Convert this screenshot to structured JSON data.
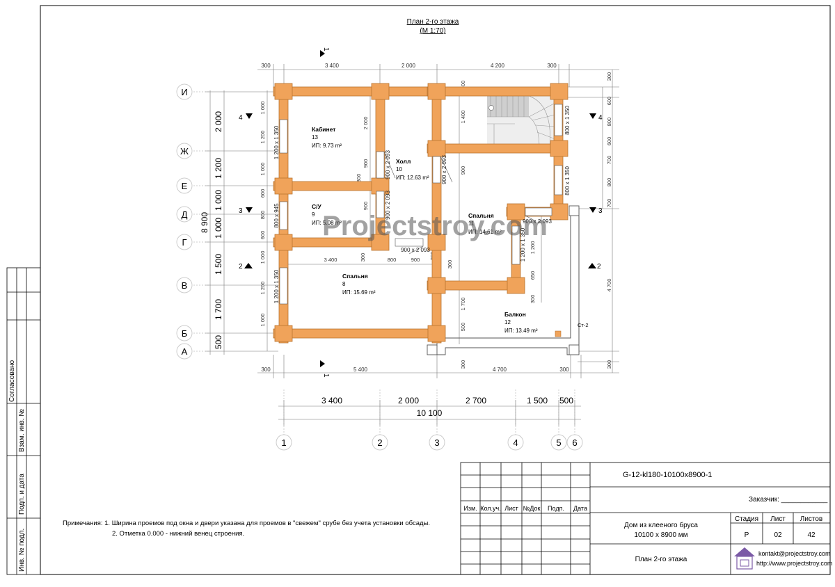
{
  "drawing": {
    "title": "План 2-го этажа",
    "scale": "(М 1:70)",
    "watermark": "Projectstroy.com",
    "top_dims": [
      "300",
      "3 400",
      "2 000",
      "4 200",
      "300"
    ],
    "bottom_dims": [
      "300",
      "5 400",
      "4 700",
      "300"
    ],
    "total_dims": [
      "3 400",
      "2 000",
      "2 700",
      "1 500",
      "500"
    ],
    "total_width": "10 100",
    "left_total": "8 900",
    "left_outer_dims": [
      "2 000",
      "1 200",
      "1 000",
      "1 000",
      "1 500",
      "1 700",
      "500"
    ],
    "row_axes": [
      "И",
      "Ж",
      "Е",
      "Д",
      "Г",
      "В",
      "Б",
      "А"
    ],
    "col_axes": [
      "1",
      "2",
      "3",
      "4",
      "5",
      "6"
    ],
    "section_marks": [
      "1",
      "1",
      "2",
      "2",
      "3",
      "3",
      "4",
      "4"
    ],
    "rooms": [
      {
        "name": "Кабинет",
        "num": "13",
        "area": "ИП: 9.73 m²"
      },
      {
        "name": "Холл",
        "num": "10",
        "area": "ИП: 12.63 m²"
      },
      {
        "name": "С/У",
        "num": "9",
        "area": "ИП: 5.08 m²"
      },
      {
        "name": "Спальня",
        "num": "11",
        "area": "ИП: 14.61 m²"
      },
      {
        "name": "Спальня",
        "num": "8",
        "area": "ИП: 15.69 m²"
      },
      {
        "name": "Балкон",
        "num": "12",
        "area": "ИП: 13.49 m²"
      }
    ],
    "openings": [
      "1 200 x 1 350",
      "900 x 2 093",
      "900 x 2 093",
      "800 x 1 350",
      "800 x 1 350",
      "800 x 945",
      "900 x 2 093",
      "900 x 2 093",
      "900 x 2 093",
      "1 200 x 1 350",
      "1 200 x 1 350"
    ],
    "inner_dims": [
      "1 000",
      "1 200",
      "1 000",
      "600",
      "800",
      "600",
      "1 000",
      "1 200",
      "1 000",
      "2 000",
      "900",
      "300",
      "900",
      "300",
      "1 400",
      "900",
      "300",
      "600",
      "800",
      "600",
      "700",
      "800",
      "700",
      "1 200",
      "650",
      "300",
      "1 700",
      "500",
      "300",
      "4 700",
      "300",
      "3 400",
      "800",
      "900",
      "300",
      "300",
      "300"
    ],
    "column_label": "Ст-2"
  },
  "notes": {
    "line1": "Примечания: 1. Ширина проемов под окна и двери указана для проемов в \"свежем\" срубе без учета установки обсады.",
    "line2": "2. Отметка 0.000 - нижний венец строения."
  },
  "side_stamp": {
    "soglasovano": "Согласовано",
    "vzam": "Взам. инв. №",
    "podp": "Подп. и дата",
    "inv": "Инв. № подл."
  },
  "title_block": {
    "code": "G-12-kl180-10100x8900-1",
    "customer": "Заказчик: ____________",
    "headers": [
      "Изм.",
      "Кол.уч.",
      "Лист",
      "№Док",
      "Подп.",
      "Дата"
    ],
    "project": "Дом из клееного бруса",
    "size": "10100 х 8900 мм",
    "sheet_name": "План 2-го этажа",
    "stage_label": "Стадия",
    "sheet_label": "Лист",
    "sheets_label": "Листов",
    "stage": "Р",
    "sheet": "02",
    "sheets": "42",
    "email": "kontakt@projectstroy.com",
    "site": "http://www.projectstroy.com"
  },
  "colors": {
    "wall": "#f0a35a",
    "wall_stroke": "#b8732f",
    "line": "#000000",
    "dim": "#555555",
    "stair": "#cfcfcf"
  }
}
